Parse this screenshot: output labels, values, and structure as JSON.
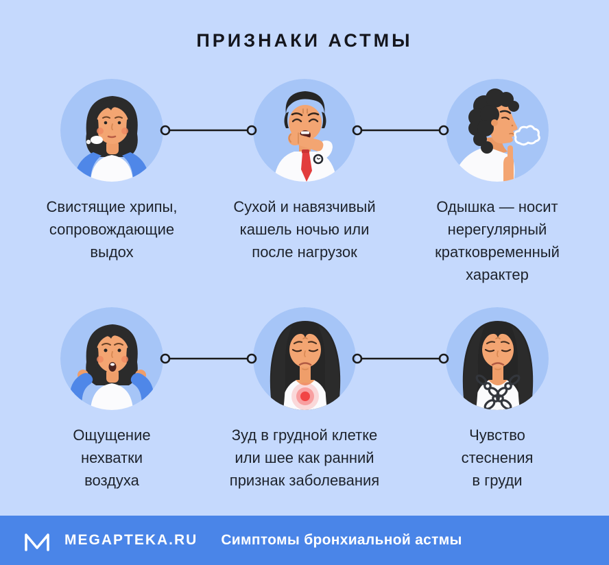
{
  "infographic": {
    "title": "ПРИЗНАКИ АСТМЫ",
    "colors": {
      "background": "#c5d9fd",
      "circle_fill": "#a6c5f7",
      "footer_bar": "#4a85e8",
      "text": "#1d222b",
      "connector": "#1a1a1a",
      "accent_jacket_blue": "#4f87e8",
      "accent_tie_red": "#e23d3d",
      "pain_glow_red": "#ef3b3b"
    }
  },
  "symptoms": [
    {
      "icon": "woman-wheezing-icon",
      "label": "Свистящие хрипы,\nсопровождающие\nвыдох"
    },
    {
      "icon": "man-coughing-icon",
      "label": "Сухой и навязчивый\nкашель ночью или\nпосле нагрузок"
    },
    {
      "icon": "man-shortness-of-breath-icon",
      "label": "Одышка — носит\nнерегулярный\nкратковременный\nхарактер"
    },
    {
      "icon": "woman-gasping-icon",
      "label": "Ощущение\nнехватки\nвоздуха"
    },
    {
      "icon": "woman-chest-itch-icon",
      "label": "Зуд в грудной клетке\nили шее как ранний\nпризнак заболевания"
    },
    {
      "icon": "woman-chest-tightness-icon",
      "label": "Чувство\nстеснения\nв груди"
    }
  ],
  "footer": {
    "brand": "MEGAPTEKA.RU",
    "tagline": "Симптомы бронхиальной астмы"
  }
}
